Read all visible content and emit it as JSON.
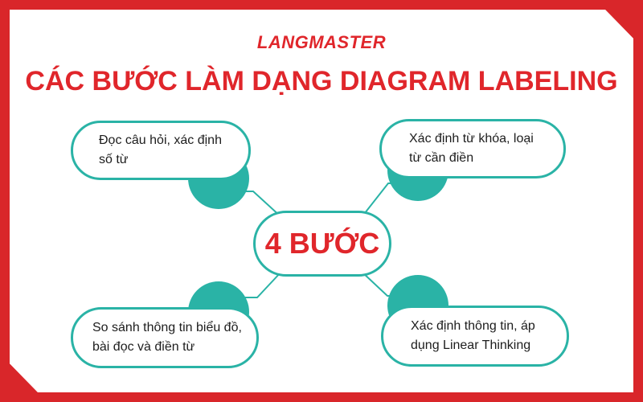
{
  "brand": "LANGMASTER",
  "title": "CÁC BƯỚC LÀM DẠNG DIAGRAM LABELING",
  "center_label": "4 BƯỚC",
  "steps": [
    {
      "text": "Đọc câu hỏi, xác định số từ"
    },
    {
      "text": "Xác định từ khóa, loại từ cần điền"
    },
    {
      "text": "So sánh thông tin biểu đồ, bài đọc và điền từ"
    },
    {
      "text": "Xác định thông tin, áp dụng Linear Thinking"
    }
  ],
  "colors": {
    "red": "#e0262b",
    "teal": "#2ab3a6",
    "background_red": "#d9262a"
  }
}
